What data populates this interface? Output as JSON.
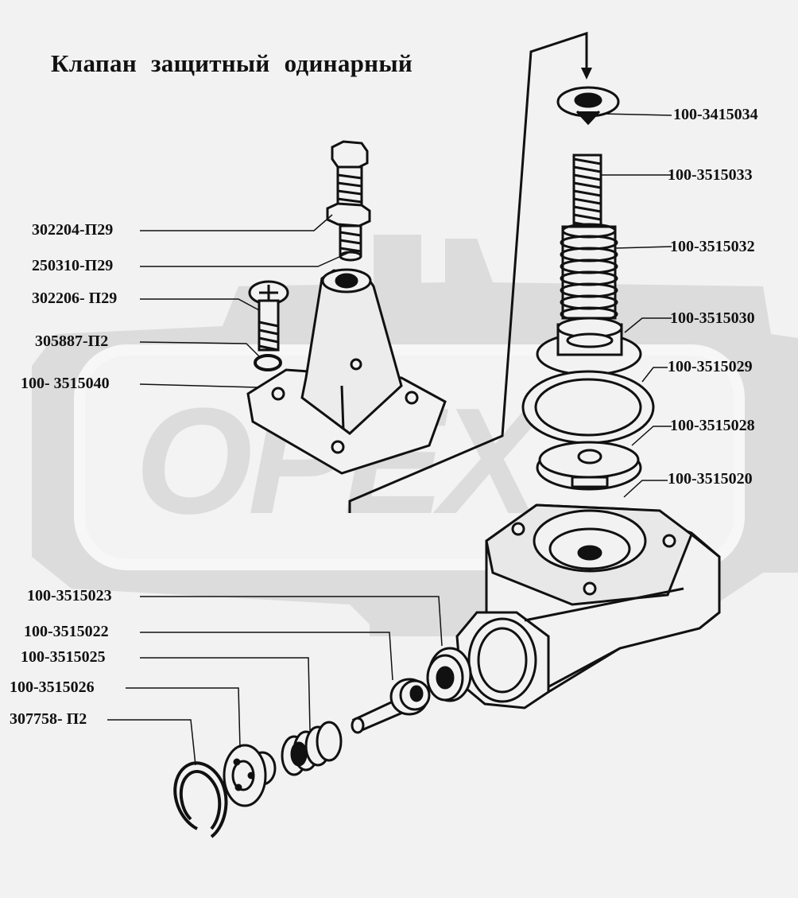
{
  "title": "Клапан защитный одинарный",
  "watermark": "OPEX",
  "colors": {
    "background": "#f2f2f2",
    "watermark": "#dcdcdc",
    "ink": "#111111"
  },
  "labels": {
    "l_100_3415034": "100-3415034",
    "l_100_3515033": "100-3515033",
    "l_100_3515032": "100-3515032",
    "l_100_3515030": "100-3515030",
    "l_100_3515029": "100-3515029",
    "l_100_3515028": "100-3515028",
    "l_100_3515020": "100-3515020",
    "l_302204": "302204-П29",
    "l_250310": "250310-П29",
    "l_302206": "302206- П29",
    "l_305887": "305887-П2",
    "l_100_3515040": "100- 3515040",
    "l_100_3515023": "100-3515023",
    "l_100_3515022": "100-3515022",
    "l_100_3515025": "100-3515025",
    "l_100_3515026": "100-3515026",
    "l_307758": "307758- П2"
  }
}
